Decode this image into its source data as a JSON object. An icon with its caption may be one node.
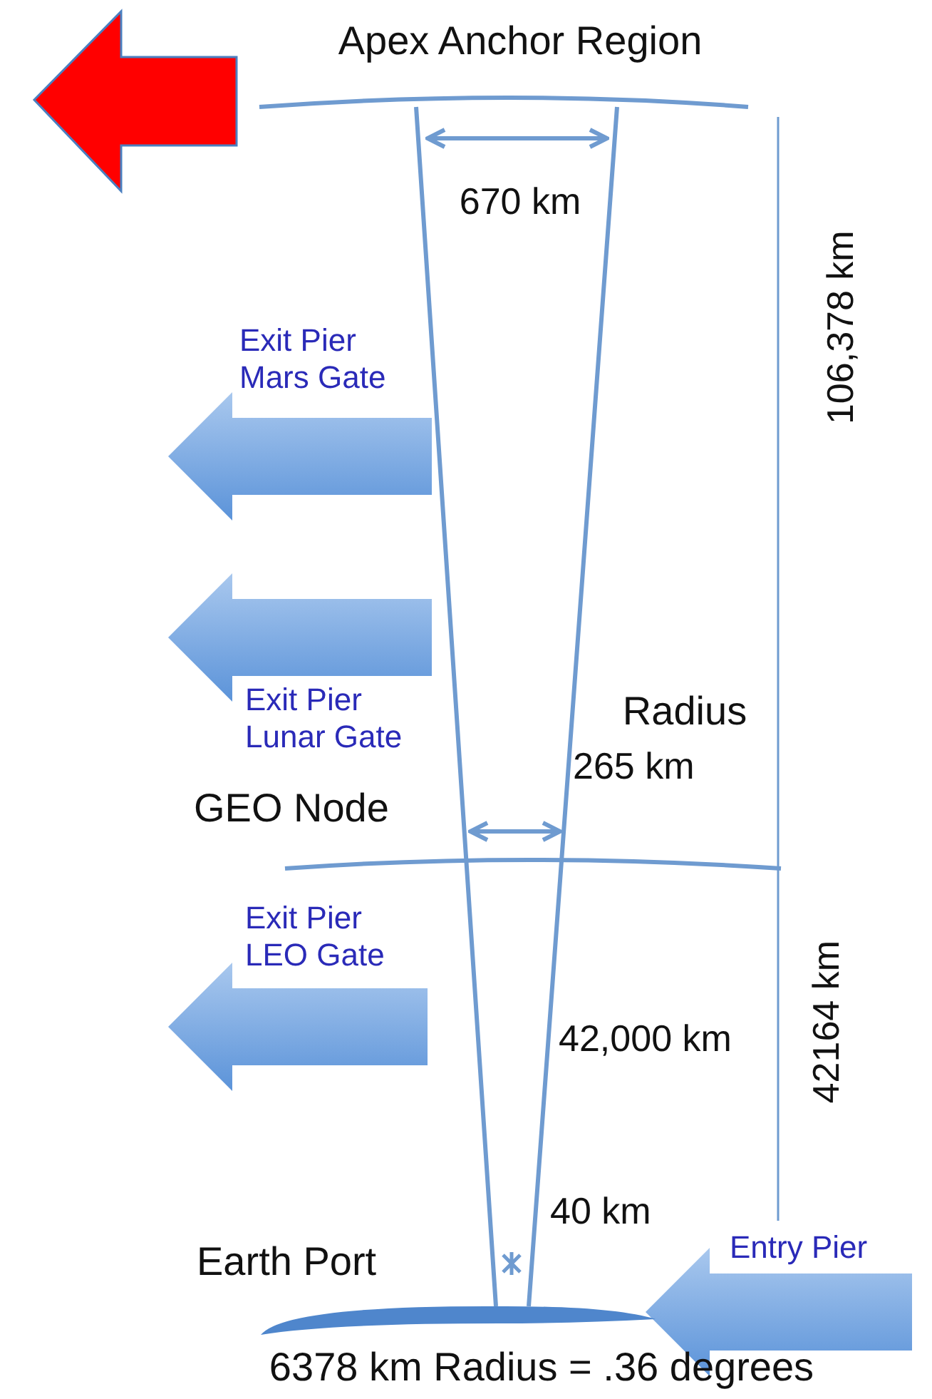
{
  "diagram": {
    "labels": [
      "Apex Anchor Region",
      "670 km",
      "106,378 km",
      "Exit Pier Mars Gate",
      "Exit Pier Lunar Gate",
      "Radius",
      "265 km",
      "GEO Node",
      "Exit Pier LEO Gate",
      "42,000 km",
      "42164 km",
      "40 km",
      "Earth Port",
      "Entry Pier",
      "6378 km Radius = .36 degrees"
    ]
  }
}
